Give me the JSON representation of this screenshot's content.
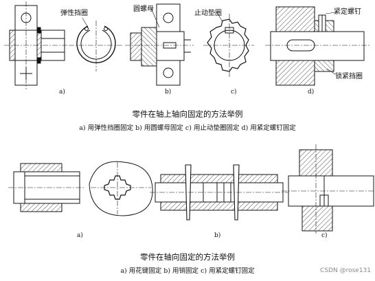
{
  "figure1": {
    "callouts": {
      "circlip": "弹性挡圈",
      "round_nut": "圆螺母",
      "stop_washer": "止动垫圈",
      "set_screw": "紧定螺钉",
      "locking_ring": "锁紧挡圈"
    },
    "panel_labels": [
      "a)",
      "b)",
      "c)",
      "d)"
    ],
    "title": "零件在轴上轴向固定的方法举例",
    "subtitle": "a) 用弹性挡圈固定   b) 用圆螺母固定   c) 用止动垫圈固定   d) 用紧定螺钉固定"
  },
  "figure2": {
    "panel_labels": [
      "a)",
      "b)",
      "c)"
    ],
    "title": "零件在轴向固定的方法举例",
    "subtitle": "a) 用花键固定   b) 用销固定   c) 用紧定螺钉固定"
  },
  "watermark": "CSDN @rose131"
}
